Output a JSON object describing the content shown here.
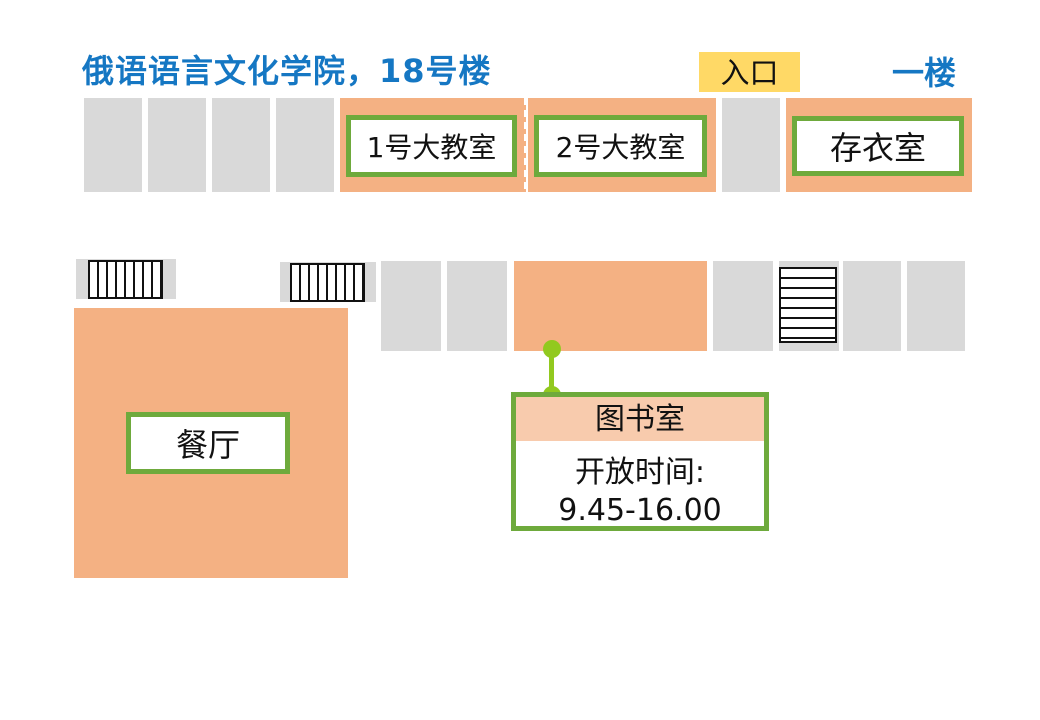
{
  "header": {
    "title": "俄语语言文化学院，18号楼",
    "floor": "一楼",
    "entrance": "入口"
  },
  "rooms": {
    "classroom1": "1号大教室",
    "classroom2": "2号大教室",
    "cloakroom": "存衣室",
    "canteen": "餐厅"
  },
  "library": {
    "name": "图书室",
    "hours_label": "开放时间:",
    "hours": "9.45-16.00"
  },
  "colors": {
    "title_blue": "#1577c3",
    "room_grey": "#d9d9d9",
    "room_orange": "#f4b183",
    "label_green": "#6eaa3c",
    "entrance_yellow": "#ffd966",
    "library_header": "#f8cbad",
    "connector_green": "#92c91f"
  }
}
